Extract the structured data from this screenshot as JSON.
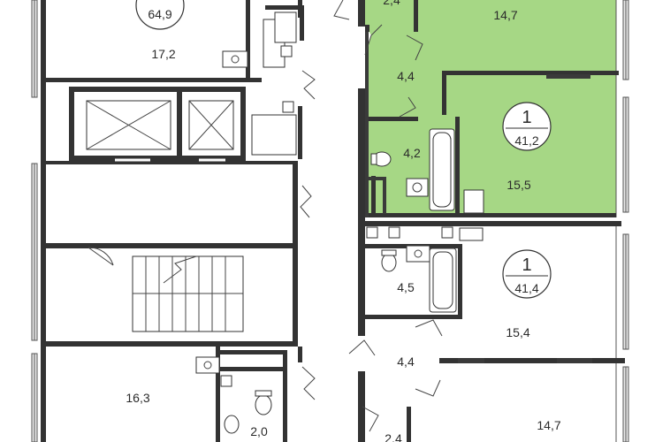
{
  "colors": {
    "highlight": "#a6d785",
    "wall": "#333333",
    "balcony_frame": "#444444",
    "window": "#cfcfcf"
  },
  "apartments": [
    {
      "number": "",
      "area": "64,9"
    },
    {
      "number": "1",
      "area": "41,2"
    },
    {
      "number": "1",
      "area": "41,4"
    }
  ],
  "rooms": [
    {
      "label": "17,2"
    },
    {
      "label": "2,4"
    },
    {
      "label": "14,7"
    },
    {
      "label": "4,4"
    },
    {
      "label": "4,2"
    },
    {
      "label": "15,5"
    },
    {
      "label": "4,5"
    },
    {
      "label": "15,4"
    },
    {
      "label": "4,4"
    },
    {
      "label": "14,7"
    },
    {
      "label": "16,3"
    },
    {
      "label": "2,0"
    },
    {
      "label": "2,4"
    }
  ],
  "icons": [
    "elevator-icon",
    "staircase-icon",
    "toilet-icon",
    "bathtub-icon",
    "sink-icon"
  ]
}
